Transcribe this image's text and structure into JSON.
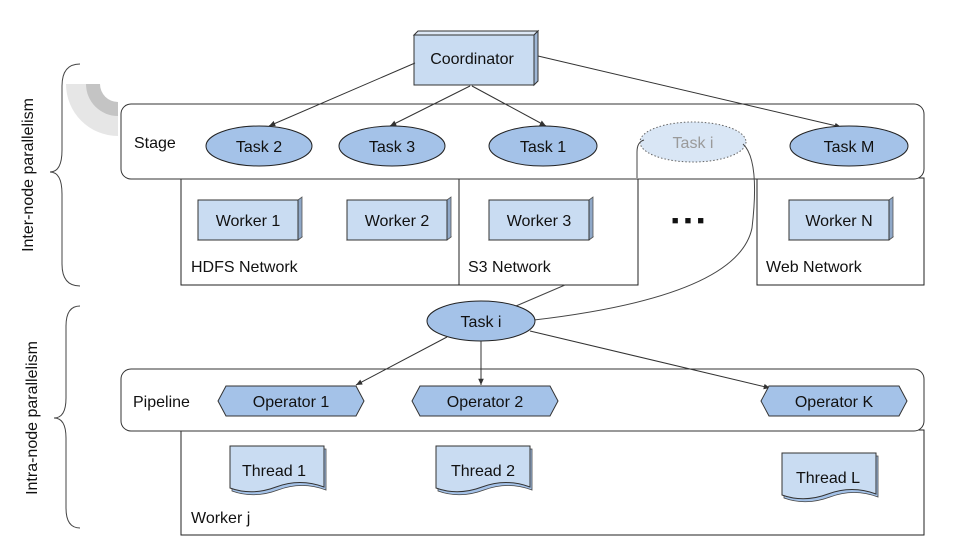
{
  "colors": {
    "node_fill": "#a4c2e8",
    "box_fill": "#c9dcf2",
    "stroke": "#333333",
    "ghost_fill": "#d9e6f5",
    "ghost_text": "#9a9a9a"
  },
  "side_labels": {
    "inter": "Inter-node parallelism",
    "intra": "Intra-node parallelism"
  },
  "coordinator": "Coordinator",
  "stage": {
    "label": "Stage",
    "tasks": [
      "Task 2",
      "Task 3",
      "Task 1",
      "Task i",
      "Task M"
    ]
  },
  "workers": [
    "Worker 1",
    "Worker 2",
    "Worker 3",
    "Worker N"
  ],
  "networks": [
    "HDFS Network",
    "S3 Network",
    "Web Network"
  ],
  "ellipsis_glyph": "■  ■  ■",
  "task_i": "Task i",
  "pipeline": {
    "label": "Pipeline",
    "operators": [
      "Operator 1",
      "Operator 2",
      "Operator K"
    ]
  },
  "threads": [
    "Thread 1",
    "Thread 2",
    "Thread L"
  ],
  "worker_j": "Worker j"
}
